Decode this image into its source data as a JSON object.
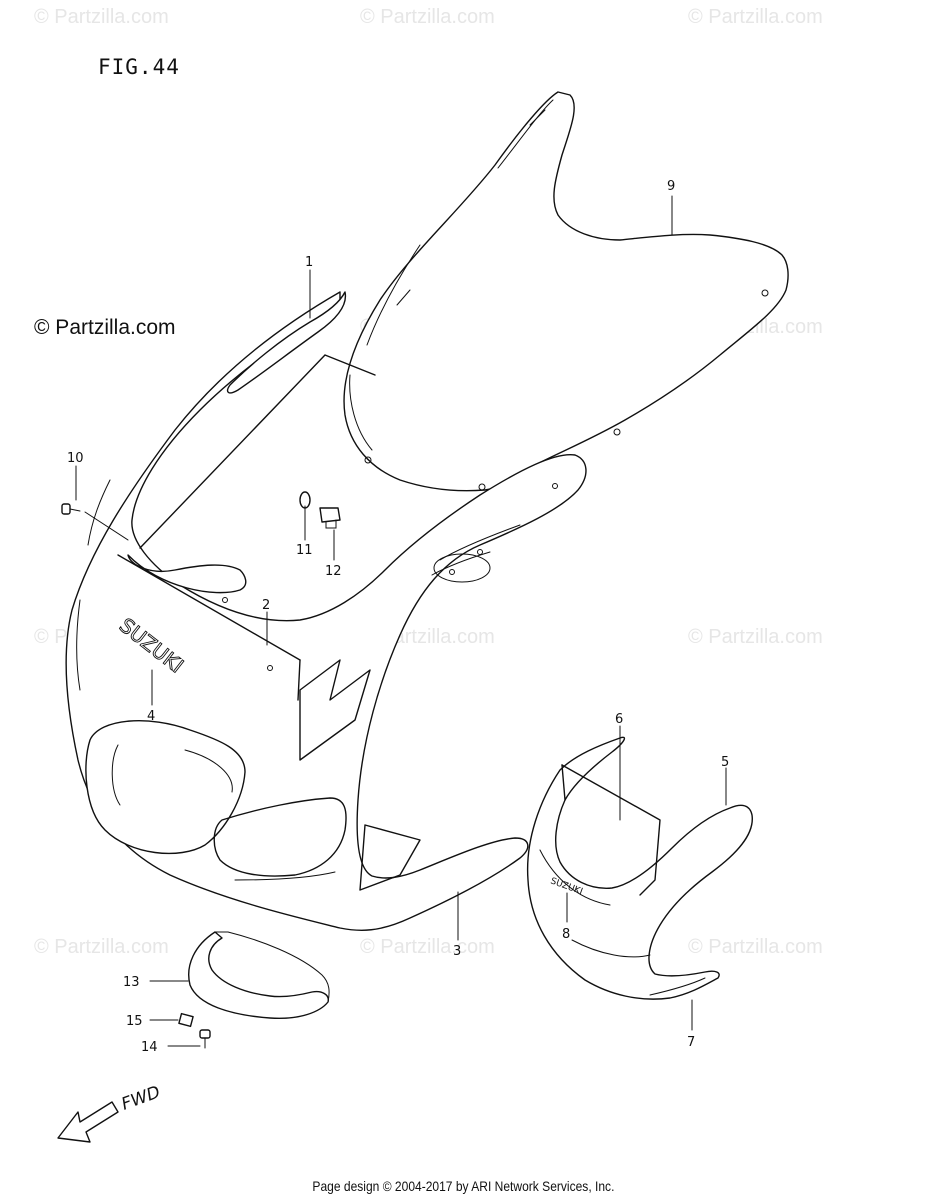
{
  "figure": {
    "title": "FIG.44"
  },
  "watermarks": {
    "text": "© Partzilla.com",
    "positions_label": "repeated"
  },
  "copyright": "© Partzilla.com",
  "footer": "Page design © 2004-2017 by ARI Network Services, Inc.",
  "brand_label": "SUZUKI",
  "direction_label": "FWD",
  "callouts": [
    "1",
    "2",
    "3",
    "4",
    "5",
    "6",
    "7",
    "8",
    "9",
    "10",
    "11",
    "12",
    "13",
    "14",
    "15"
  ]
}
